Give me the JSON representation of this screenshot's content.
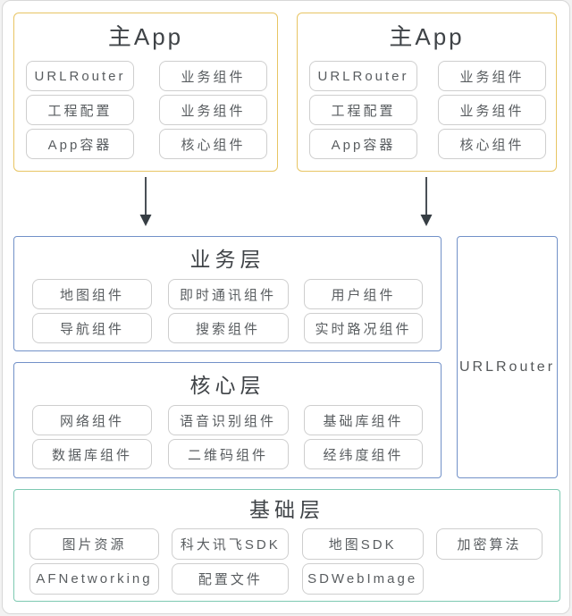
{
  "main_apps": [
    {
      "title": "主App",
      "chips": [
        "URLRouter",
        "业务组件",
        "工程配置",
        "业务组件",
        "App容器",
        "核心组件"
      ]
    },
    {
      "title": "主App",
      "chips": [
        "URLRouter",
        "业务组件",
        "工程配置",
        "业务组件",
        "App容器",
        "核心组件"
      ]
    }
  ],
  "business_layer": {
    "title": "业务层",
    "chips": [
      "地图组件",
      "即时通讯组件",
      "用户组件",
      "导航组件",
      "搜索组件",
      "实时路况组件"
    ]
  },
  "core_layer": {
    "title": "核心层",
    "chips": [
      "网络组件",
      "语音识别组件",
      "基础库组件",
      "数据库组件",
      "二维码组件",
      "经纬度组件"
    ]
  },
  "urlrouter_panel": {
    "label": "URLRouter"
  },
  "base_layer": {
    "title": "基础层",
    "chips": [
      "图片资源",
      "科大讯飞SDK",
      "地图SDK",
      "加密算法",
      "AFNetworking",
      "配置文件",
      "SDWebImage"
    ]
  },
  "colors": {
    "main_app_border": "#e8c563",
    "layer_border": "#7291c8",
    "base_border": "#7dc9b1",
    "chip_border": "#cecece",
    "title_text": "#3f4347",
    "chip_text": "#595d60",
    "arrow": "#363d43"
  }
}
